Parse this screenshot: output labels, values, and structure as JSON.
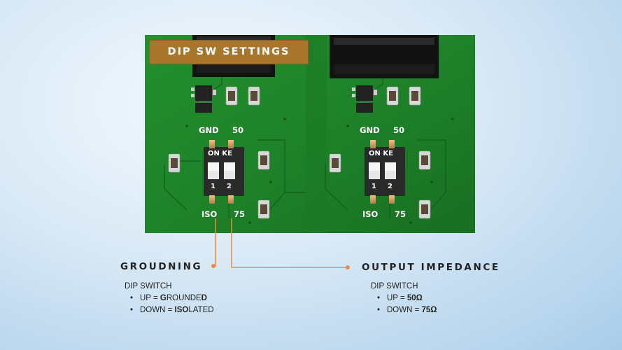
{
  "banner": {
    "title": "DIP SW SETTINGS"
  },
  "board": {
    "left_switch": {
      "top_left": "GND",
      "top_right": "50",
      "bottom_left": "ISO",
      "bottom_right": "75",
      "on_label": "ON KE",
      "pos1": "1",
      "pos2": "2"
    },
    "right_switch": {
      "top_left": "GND",
      "top_right": "50",
      "bottom_left": "ISO",
      "bottom_right": "75",
      "on_label": "ON KE",
      "pos1": "1",
      "pos2": "2"
    }
  },
  "grounding": {
    "heading": "GROUDNING",
    "sub": "DIP SWITCH",
    "up_prefix": "UP = ",
    "up_bold1": "G",
    "up_plain": "ROUNDE",
    "up_bold2": "D",
    "down_prefix": "DOWN = ",
    "down_bold": "ISO",
    "down_plain": "LATED"
  },
  "impedance": {
    "heading": "OUTPUT IMPEDANCE",
    "sub": "DIP SWITCH",
    "up_prefix": "UP = ",
    "up_value": "50Ω",
    "down_prefix": "DOWN = ",
    "down_value": "75Ω"
  },
  "colors": {
    "pcb": "#1e7f2a",
    "banner": "#a7752c",
    "callout": "#ef8a3c"
  }
}
